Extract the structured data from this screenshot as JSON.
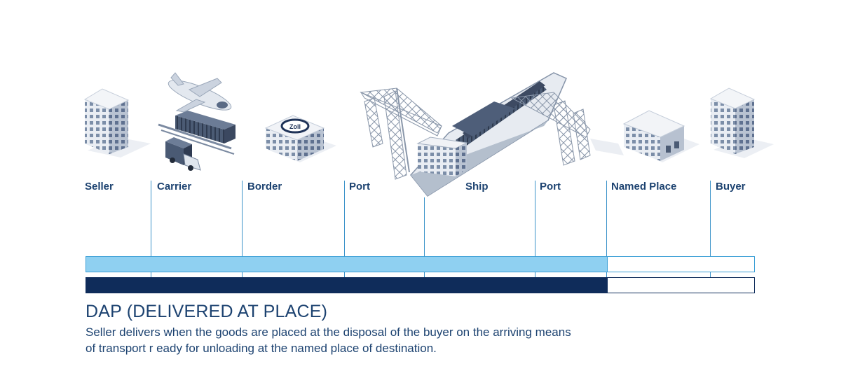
{
  "points": [
    {
      "label": "Seller",
      "icon": "office-building-icon"
    },
    {
      "label": "Carrier",
      "icon": "airplane-truck-train-icon"
    },
    {
      "label": "Border",
      "icon": "customs-building-icon"
    },
    {
      "label": "Port",
      "icon": "harbor-crane-icon"
    },
    {
      "label": "Ship",
      "icon": "container-ship-icon"
    },
    {
      "label": "Port",
      "icon": "harbor-crane-icon"
    },
    {
      "label": "Named Place",
      "icon": "warehouse-icon"
    },
    {
      "label": "Buyer",
      "icon": "office-building-icon"
    }
  ],
  "customs_sign": "Zoll",
  "bars": {
    "seller_share_fraction": 0.78
  },
  "term": {
    "title": "DAP (DELIVERED AT PLACE)",
    "description_line1": "Seller delivers when the goods are placed at the disposal of the buyer on the arriving means",
    "description_line2": "of transport r eady for unloading at the named place of destination."
  },
  "colors": {
    "label_text": "#1c4270",
    "divider": "#3b93c9",
    "risk_bar": "#8fd0f1",
    "cost_bar": "#0f2c5a"
  }
}
